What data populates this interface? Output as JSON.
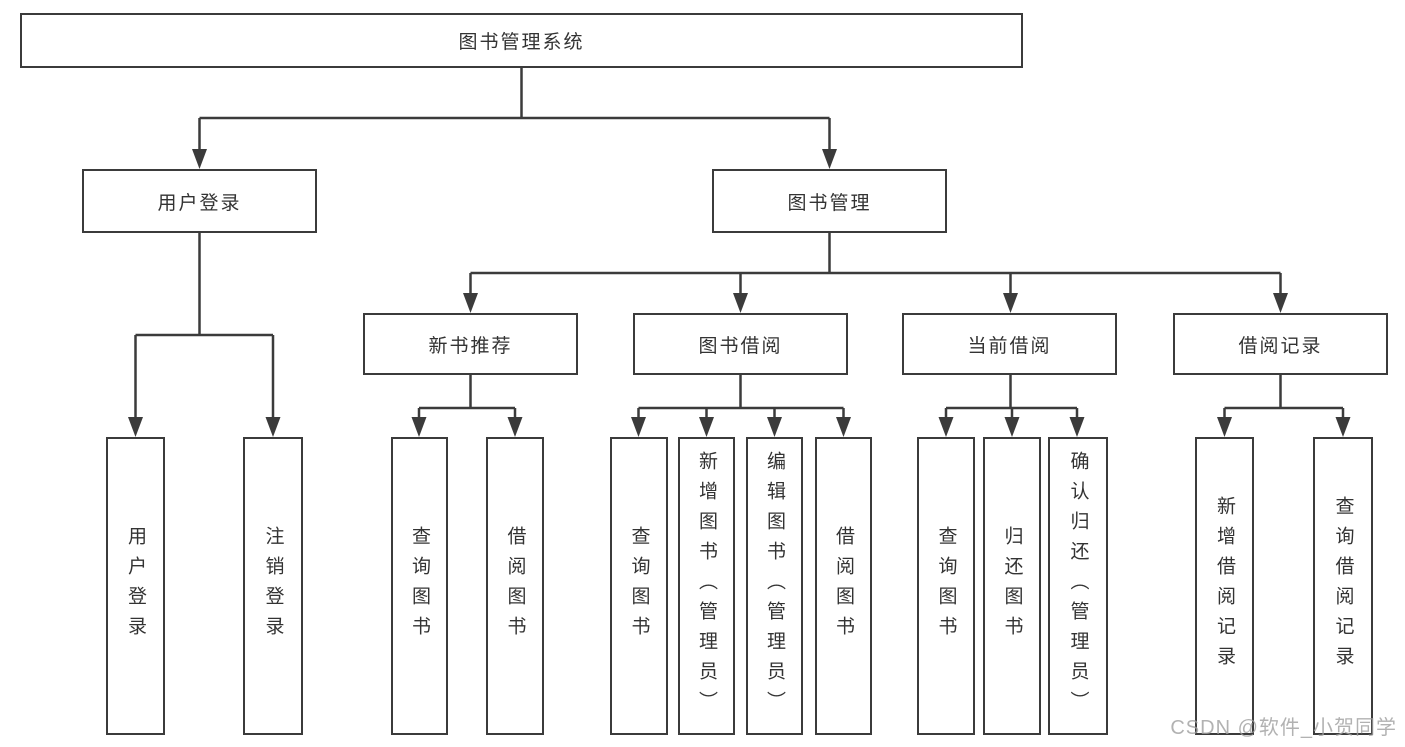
{
  "diagram": {
    "type": "hierarchy-tree",
    "tree": {
      "root": {
        "label": "图书管理系统",
        "children": [
          {
            "label": "用户登录",
            "children": [
              {
                "label": "用户登录"
              },
              {
                "label": "注销登录"
              }
            ]
          },
          {
            "label": "图书管理",
            "children": [
              {
                "label": "新书推荐",
                "children": [
                  {
                    "label": "查询图书"
                  },
                  {
                    "label": "借阅图书"
                  }
                ]
              },
              {
                "label": "图书借阅",
                "children": [
                  {
                    "label": "查询图书"
                  },
                  {
                    "label": "新增图书（管理员）"
                  },
                  {
                    "label": "编辑图书（管理员）"
                  },
                  {
                    "label": "借阅图书"
                  }
                ]
              },
              {
                "label": "当前借阅",
                "children": [
                  {
                    "label": "查询图书"
                  },
                  {
                    "label": "归还图书"
                  },
                  {
                    "label": "确认归还（管理员）"
                  }
                ]
              },
              {
                "label": "借阅记录",
                "children": [
                  {
                    "label": "新增借阅记录"
                  },
                  {
                    "label": "查询借阅记录"
                  }
                ]
              }
            ]
          }
        ]
      }
    },
    "colors": {
      "line": "#3b3b3b",
      "box_border": "#3b3b3b",
      "box_fill": "#ffffff",
      "text": "#333333",
      "watermark": "#9f9f9f"
    }
  },
  "watermark": {
    "text": "CSDN @软件_小贺同学"
  }
}
